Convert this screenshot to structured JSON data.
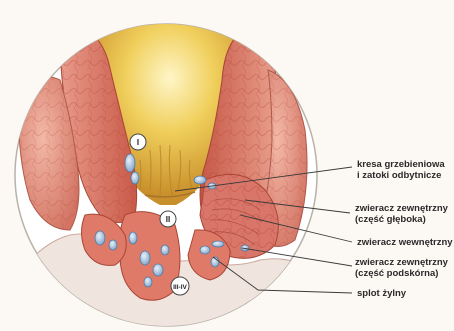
{
  "labels": {
    "crest": "kresa grzebieniowa\ni zatoki odbytnicze",
    "ext_deep": "zwieracz zewnętrzny\n(część głęboka)",
    "internal": "zwieracz wewnętrzny",
    "ext_sub": "zwieracz zewnętrzny\n(część podskórna)",
    "plexus": "splot żylny"
  },
  "grades": {
    "g1": "I",
    "g2": "II",
    "g3": "III-IV"
  },
  "colors": {
    "background": "#fcf8f4",
    "circle_bg": "#ffffff",
    "lumen_gold": "#e9c14a",
    "tissue_pink": "#e0857a",
    "tissue_red": "#c8503f",
    "vein_blue": "#8fb3d6",
    "leader_line": "#3a3a3a"
  }
}
